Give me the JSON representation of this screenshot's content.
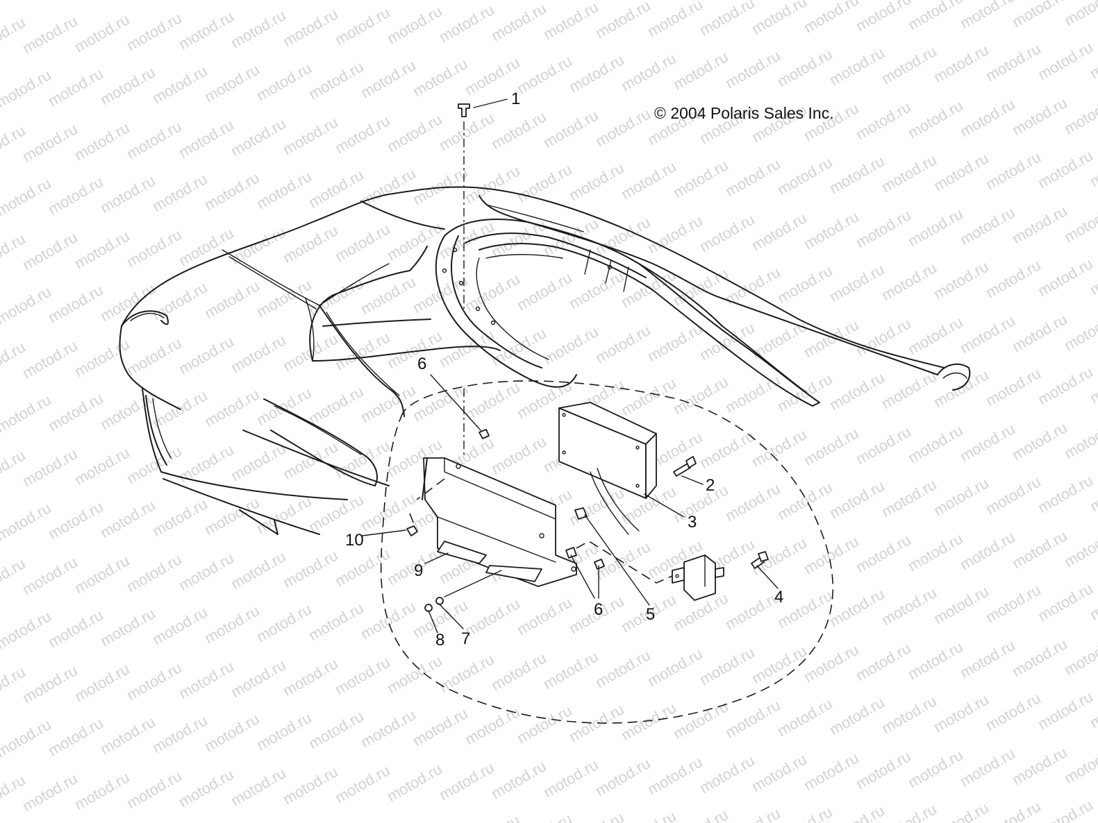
{
  "watermark": {
    "text": "motod.ru"
  },
  "copyright": "© 2004 Polaris Sales Inc.",
  "callouts": [
    {
      "id": "c1",
      "label": "1"
    },
    {
      "id": "c2",
      "label": "2"
    },
    {
      "id": "c3",
      "label": "3"
    },
    {
      "id": "c4",
      "label": "4"
    },
    {
      "id": "c5",
      "label": "5"
    },
    {
      "id": "c6a",
      "label": "6"
    },
    {
      "id": "c6b",
      "label": "6"
    },
    {
      "id": "c7",
      "label": "7"
    },
    {
      "id": "c8",
      "label": "8"
    },
    {
      "id": "c9",
      "label": "9"
    },
    {
      "id": "c10",
      "label": "10"
    }
  ],
  "colors": {
    "line": "#1a1a1a",
    "watermark": "#d2d2d2",
    "background": "#ffffff"
  }
}
